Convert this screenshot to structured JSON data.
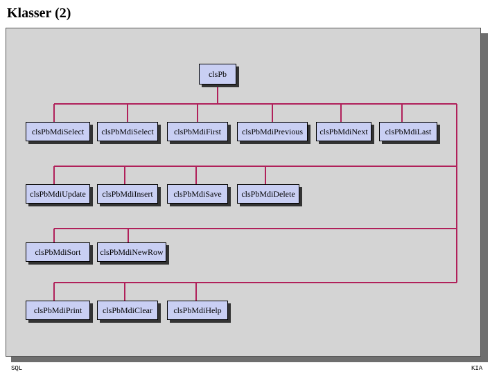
{
  "title": "Klasser (2)",
  "root": "clsPb",
  "rows": [
    [
      "clsPbMdiSelect",
      "clsPbMdiSelect",
      "clsPbMdiFirst",
      "clsPbMdiPrevious",
      "clsPbMdiNext",
      "clsPbMdiLast"
    ],
    [
      "clsPbMdiUpdate",
      "clsPbMdiInsert",
      "clsPbMdiSave",
      "clsPbMdiDelete"
    ],
    [
      "clsPbMdiSort",
      "clsPbMdiNewRow"
    ],
    [
      "clsPbMdiPrint",
      "clsPbMdiClear",
      "clsPbMdiHelp"
    ]
  ],
  "footer": {
    "left": "SQL",
    "right": "KIA"
  },
  "colors": {
    "connector": "#b0205a",
    "node_fill": "#c9cff3",
    "panel": "#d4d4d4"
  }
}
